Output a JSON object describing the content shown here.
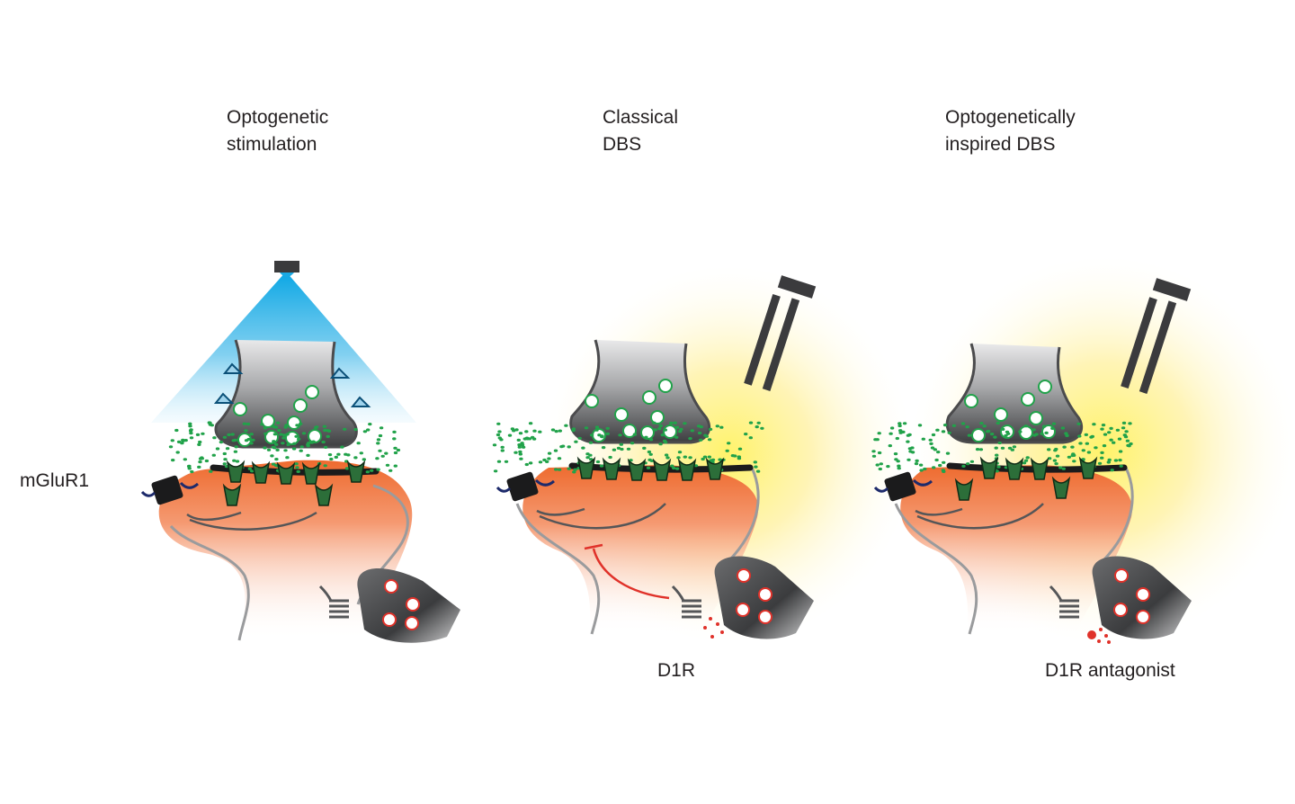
{
  "panels": [
    {
      "title_line1": "Optogenetic",
      "title_line2": "stimulation"
    },
    {
      "title_line1": "Classical",
      "title_line2": "DBS",
      "bottom_label": "D1R"
    },
    {
      "title_line1": "Optogenetically",
      "title_line2": "inspired DBS",
      "bottom_label": "D1R antagonist"
    }
  ],
  "side_label": "mGluR1",
  "colors": {
    "light_beam": "#1aa9e3",
    "glow": "#ffe97a",
    "postsynaptic": "#ef7a45",
    "glutamate": "#21a24a",
    "dopamine": "#e0322a",
    "terminal": "#3a3a3c",
    "electrode": "#3b3b3d"
  }
}
